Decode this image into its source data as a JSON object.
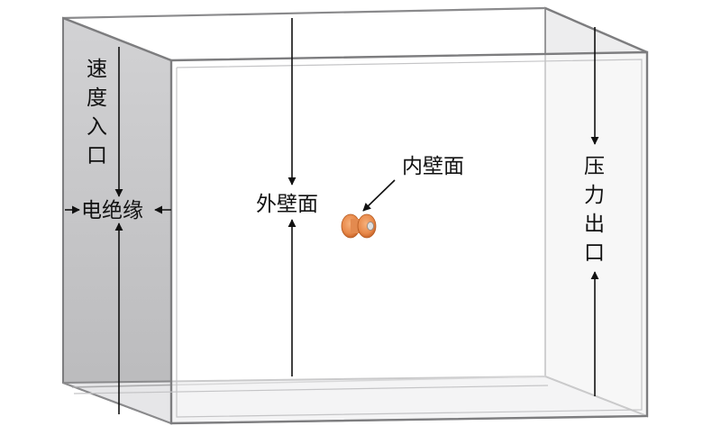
{
  "labels": {
    "velocity_inlet": [
      "速",
      "度",
      "入",
      "口"
    ],
    "electrical_insulation": "电绝缘",
    "outer_wall": "外壁面",
    "inner_wall": "内壁面",
    "pressure_outlet": [
      "压",
      "力",
      "出",
      "口"
    ]
  },
  "colors": {
    "left_face": "#c9c9cb",
    "left_face_lower": "#b8b8ba",
    "right_face": "#ececed",
    "floor": "#e4e4e6",
    "edge": "#8a8a8c",
    "arrow": "#111111",
    "inner_object": "#e8894a"
  }
}
